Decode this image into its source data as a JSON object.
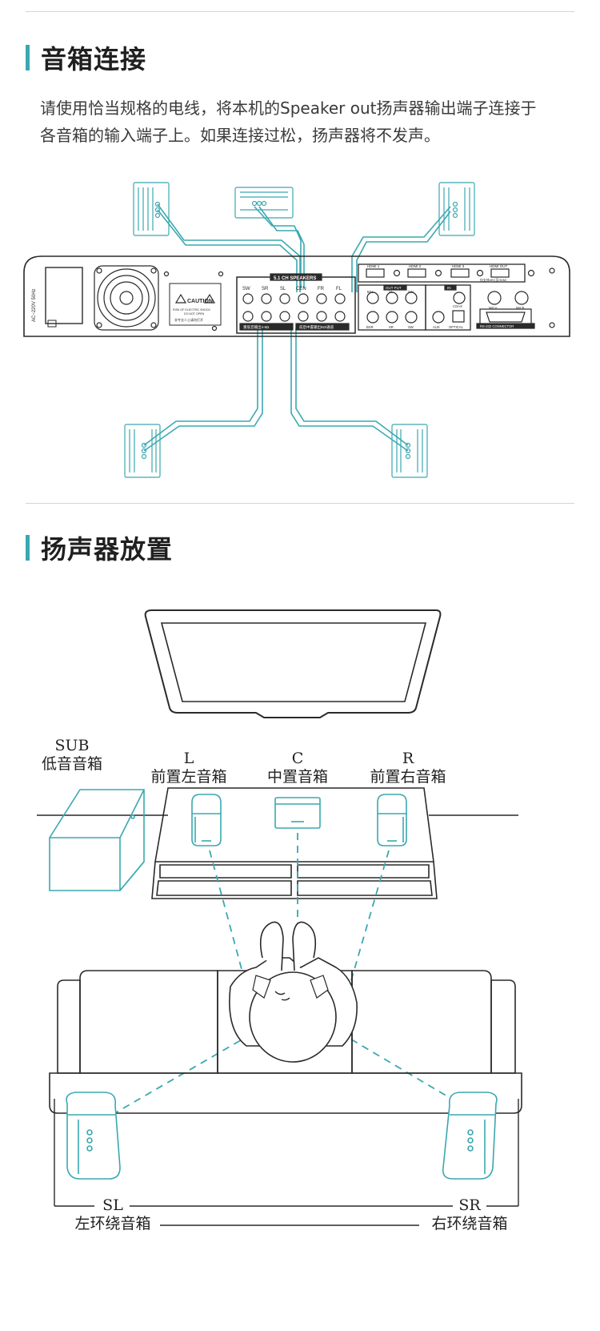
{
  "section1": {
    "title": "音箱连接",
    "paragraph_1": "请使用恰当规格的电线，将本机的Speaker out扬声器输出端子连接于",
    "paragraph_2": "各音箱的输入端子上。如果连接过松，扬声器将不发声。"
  },
  "connection_diagram": {
    "mains_label": "AC~220V 50Hz",
    "caution_title": "CAUTION",
    "caution_line1": "RISK OF ELECTRIC SHOCK",
    "caution_line2": "DO NOT OPEN",
    "caution_cn": "非专业人士请勿打开",
    "speaker_block_title": "5.1 CH SPEAKERS",
    "speaker_terms": [
      "SW",
      "SR",
      "SL",
      "CEN",
      "FR",
      "FL"
    ],
    "speaker_impedance_left": "重低音输出4-8Ω",
    "speaker_impedance_right": "前后中置输出8Ω/通道",
    "hdmi_ports": [
      "HDMI 1",
      "HDMI 2",
      "HDMI 3",
      "HDMI OUT"
    ],
    "hdmi_note": "仅支持ARC至HDMI",
    "output_block_title": "OUT PUT",
    "output_top": [
      "BSL",
      "SL",
      "SW"
    ],
    "output_bottom": [
      "BSR",
      "SR",
      "SW"
    ],
    "input_block_title": "IN",
    "coax_label": "COAX",
    "aux_label": "AUX",
    "optical_label": "OPTICAL",
    "mic_labels": [
      "MICA",
      "MICB"
    ],
    "rs232_label": "RS-232 CONNECTOR"
  },
  "section2": {
    "title": "扬声器放置"
  },
  "placement": {
    "sub_code": "SUB",
    "sub_name": "低音音箱",
    "left_code": "L",
    "left_name": "前置左音箱",
    "center_code": "C",
    "center_name": "中置音箱",
    "right_code": "R",
    "right_name": "前置右音箱",
    "sl_code": "SL",
    "sl_name": "左环绕音箱",
    "sr_code": "SR",
    "sr_name": "右环绕音箱"
  },
  "colors": {
    "accent": "#3aa8b0",
    "line": "#2a2a2a",
    "rule": "#d5d5d5"
  }
}
